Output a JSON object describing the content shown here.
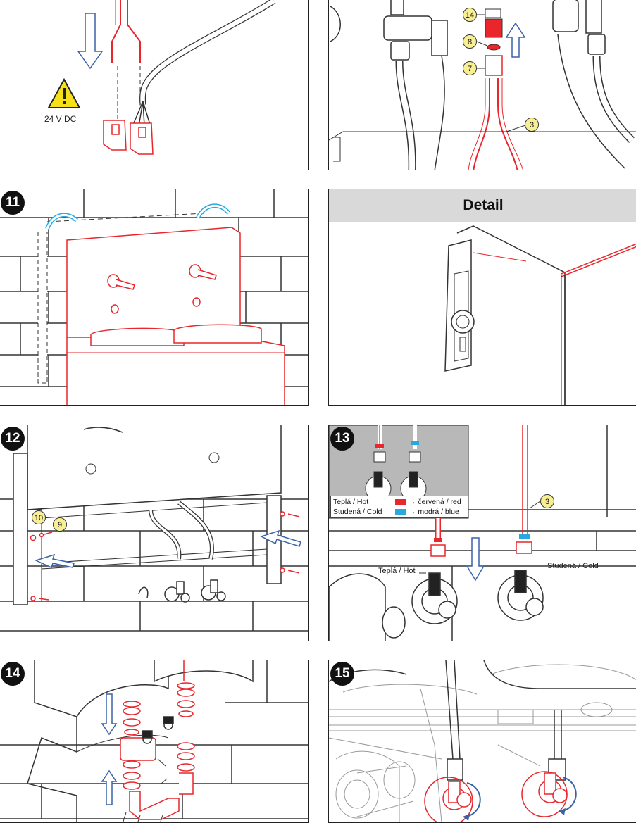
{
  "colors": {
    "accent_red": "#e8262c",
    "accent_blue": "#29a8e0",
    "callout_yellow": "#f8ef94",
    "badge_black": "#111111",
    "detail_header": "#d9d9d9",
    "warning_yellow": "#f6e01a"
  },
  "panel_top_left": {
    "warning_icon": "warning-triangle-icon",
    "warning_label": "24 V DC"
  },
  "panel_top_right": {
    "callouts": [
      "14",
      "8",
      "7",
      "3"
    ]
  },
  "panel_11": {
    "step": "11"
  },
  "panel_detail": {
    "title": "Detail"
  },
  "panel_12": {
    "step": "12",
    "callouts": [
      "10",
      "9"
    ]
  },
  "panel_13": {
    "step": "13",
    "callout": "3",
    "legend": {
      "hot_label": "Teplá / Hot",
      "hot_color_text": "→ červená / red",
      "cold_label": "Studená / Cold",
      "cold_color_text": "→ modrá / blue"
    },
    "hot_valve_label": "Teplá / Hot",
    "cold_valve_label": "Studená / Cold"
  },
  "panel_14": {
    "step": "14"
  },
  "panel_15": {
    "step": "15"
  }
}
